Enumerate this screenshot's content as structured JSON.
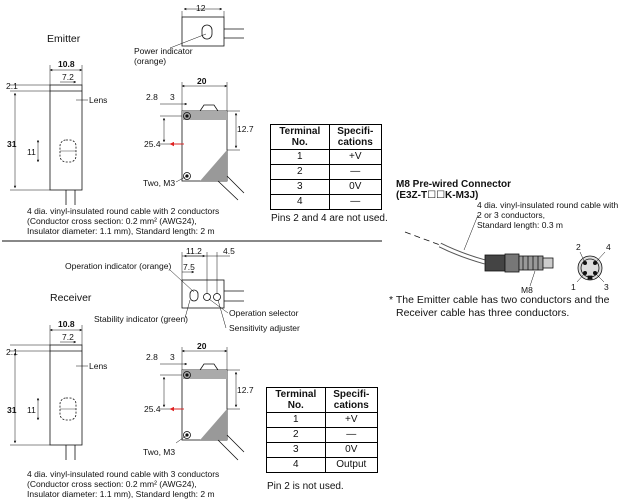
{
  "emitter": {
    "title": "Emitter",
    "dims": {
      "top_width": "12",
      "width_front": "10.8",
      "lens_offset": "7.2",
      "top_offset": "2.1",
      "height": "31",
      "lens_h": "11",
      "side_width": "20",
      "dim_a": "2.8",
      "dim_b": "3",
      "right_h": "12.7",
      "optical_axis": "25.4"
    },
    "labels": {
      "power_indicator": "Power indicator\n(orange)",
      "lens": "Lens",
      "screw": "Two, M3"
    },
    "cable_note": [
      "4 dia. vinyl-insulated round cable with 2 conductors",
      "(Conductor cross section: 0.2 mm² (AWG24),",
      "Insulator diameter: 1.1 mm), Standard length: 2 m"
    ],
    "table": {
      "headers": [
        "Terminal No.",
        "Specifi-cations"
      ],
      "rows": [
        [
          "1",
          "+V"
        ],
        [
          "2",
          "—"
        ],
        [
          "3",
          "0V"
        ],
        [
          "4",
          "—"
        ]
      ]
    },
    "pins_note": "Pins 2 and 4 are not used."
  },
  "receiver": {
    "title": "Receiver",
    "dims": {
      "top_a": "11.2",
      "top_b": "4.5",
      "top_c": "7.5",
      "width_front": "10.8",
      "lens_offset": "7.2",
      "top_offset": "2.1",
      "height": "31",
      "lens_h": "11",
      "side_width": "20",
      "dim_a": "2.8",
      "dim_b": "3",
      "right_h": "12.7",
      "optical_axis": "25.4"
    },
    "labels": {
      "operation_indicator": "Operation indicator (orange)",
      "operation_selector": "Operation selector",
      "stability_indicator": "Stability indicator (green)",
      "sensitivity_adjuster": "Sensitivity adjuster",
      "lens": "Lens",
      "screw": "Two, M3"
    },
    "cable_note": [
      "4 dia. vinyl-insulated round cable with 3 conductors",
      "(Conductor cross section: 0.2 mm² (AWG24),",
      "Insulator diameter: 1.1 mm), Standard length: 2 m"
    ],
    "table": {
      "headers": [
        "Terminal No.",
        "Specifi-cations"
      ],
      "rows": [
        [
          "1",
          "+V"
        ],
        [
          "2",
          "—"
        ],
        [
          "3",
          "0V"
        ],
        [
          "4",
          "Output"
        ]
      ]
    },
    "pins_note": "Pin 2 is not used."
  },
  "connector": {
    "title_line1": "M8 Pre-wired Connector",
    "title_line2": "(E3Z-T☐☐K-M3J)",
    "cable_note": [
      "4 dia. vinyl-insulated round cable with",
      "2 or 3 conductors,",
      "Standard length: 0.3 m"
    ],
    "thread": "M8",
    "pins": [
      "1",
      "2",
      "3",
      "4"
    ]
  },
  "footnote": [
    "* The Emitter cable has two conductors and the",
    "Receiver cable has three conductors."
  ],
  "colors": {
    "line": "#111111",
    "arrow_red": "#e02020",
    "shade": "#777777"
  }
}
